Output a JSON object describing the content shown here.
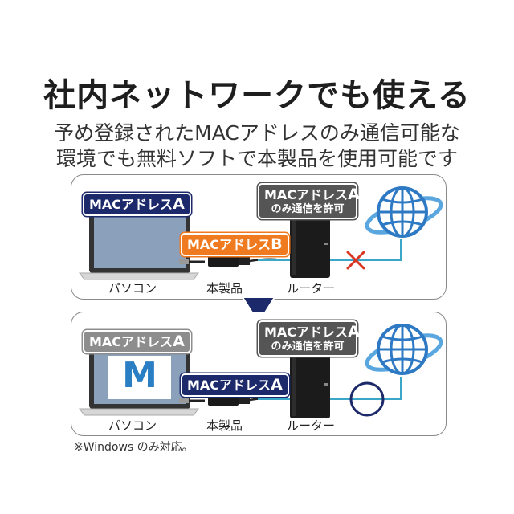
{
  "title": "社内ネットワークでも使える",
  "subtitle_line1": "予め登録されたMACアドレスのみ通信可能な",
  "subtitle_line2": "環境でも無料ソフトで本製品を使用可能です",
  "panel1": {
    "pc_mac": {
      "prefix": "MACアドレス",
      "letter": "A"
    },
    "adapter_mac": {
      "prefix": "MACアドレス",
      "letter": "B"
    },
    "router_mac": {
      "prefix": "MACアドレス",
      "letter": "A",
      "line2": "のみ通信を許可"
    },
    "pc_label": "パソコン",
    "adapter_label": "本製品",
    "router_label": "ルーター",
    "connection": "blocked"
  },
  "panel2": {
    "pc_mac": {
      "prefix": "MACアドレス",
      "letter": "A"
    },
    "adapter_mac": {
      "prefix": "MACアドレス",
      "letter": "A"
    },
    "router_mac": {
      "prefix": "MACアドレス",
      "letter": "A",
      "line2": "のみ通信を許可"
    },
    "screen_letter": "M",
    "pc_label": "パソコン",
    "adapter_label": "本製品",
    "router_label": "ルーター",
    "connection": "allowed"
  },
  "footnote": "※Windows のみ対応。",
  "colors": {
    "navy": "#1c2a6b",
    "orange": "#f07a1f",
    "gray": "#8d8d8d",
    "cable": "#3aa6c8",
    "cross": "#d9341f",
    "globe": "#2e79c4"
  },
  "icons": [
    "laptop-icon",
    "usb-adapter-icon",
    "router-icon",
    "globe-icon",
    "cross-icon",
    "ok-circle-icon",
    "down-arrow-icon"
  ]
}
